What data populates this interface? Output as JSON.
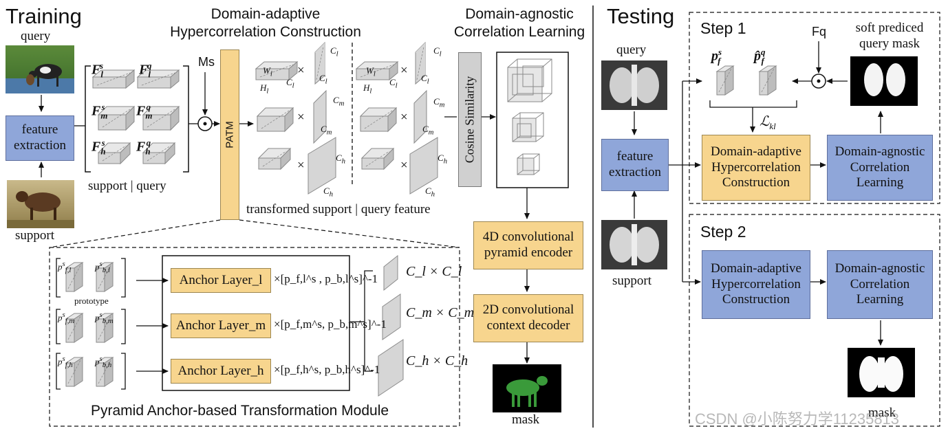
{
  "training": {
    "title": "Training",
    "query_label": "query",
    "support_label": "support",
    "feature_extraction": "feature extraction",
    "feature_labels": [
      "F_l^s",
      "F_l^q",
      "F_m^s",
      "F_m^q",
      "F_h^s",
      "F_h^q"
    ],
    "support_query_caption": "support | query",
    "ms_label": "Ms",
    "patm_label": "PATM",
    "dahc_heading": "Domain-adaptive Hypercorrelation Construction",
    "dacl_heading": "Domain-agnostic Correlation Learning",
    "transformed_caption": "transformed support | query feature",
    "cosine_label": "Cosine Similarity",
    "encoder_label": "4D convolutional pyramid encoder",
    "decoder_label": "2D convolutional context decoder",
    "mask_label": "mask",
    "wl": "W_l",
    "hl": "H_l",
    "cl": "C_l",
    "cm": "C_m",
    "ch": "C_h",
    "times": "×"
  },
  "patm_module": {
    "title": "Pyramid Anchor-based Transformation Module",
    "prototype_label": "prototype",
    "anchor_layers": [
      "Anchor Layer_l",
      "Anchor Layer_m",
      "Anchor Layer_h"
    ],
    "anchor_formulas": [
      "×[p_f,l^s , p_b,l^s]^-1",
      "×[p_f,m^s, p_b,m^s]^-1",
      "×[p_f,h^s, p_b,h^s]^-1"
    ],
    "outputs": [
      "C_l × C_l",
      "C_m × C_m",
      "C_h × C_h"
    ]
  },
  "testing": {
    "title": "Testing",
    "query_label": "query",
    "support_label": "support",
    "feature_extraction": "feature extraction",
    "step1_label": "Step 1",
    "step2_label": "Step 2",
    "fq_label": "Fq",
    "soft_mask_label": "soft prediced query mask",
    "pf_label": "p_f^s",
    "pf_hat_label": "p̂_f^q",
    "loss_label": "L_kl",
    "dahc_label": "Domain-adaptive Hypercorrelation Construction",
    "dacl_label": "Domain-agnostic Correlation Learning",
    "mask_label": "mask"
  },
  "watermark": "CSDN @小陈努力学11235813",
  "colors": {
    "blue_box": "#8fa6d9",
    "yellow_box": "#f7d58e",
    "cube_fill": "#d9d9d9"
  }
}
